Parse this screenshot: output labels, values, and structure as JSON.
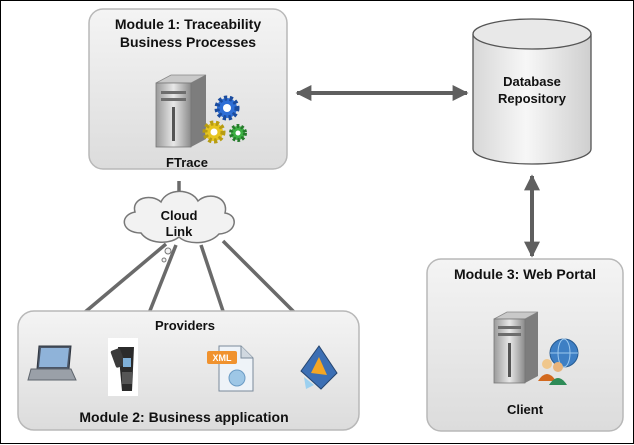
{
  "module1": {
    "line1": "Module 1: Traceability",
    "line2": "Business Processes",
    "caption": "FTrace"
  },
  "database": {
    "line1": "Database",
    "line2": "Repository"
  },
  "cloud": {
    "line1": "Cloud",
    "line2": "Link"
  },
  "module2": {
    "title": "Module 2: Business application",
    "providers": "Providers"
  },
  "module3": {
    "title": "Module 3: Web Portal",
    "caption": "Client"
  },
  "icons": {
    "server": "server-icon",
    "gears": "gears-icon",
    "laptop": "laptop-icon",
    "scanner": "barcode-scanner-icon",
    "xml": "xml-file-icon",
    "app": "app-icon",
    "users": "users-globe-icon"
  },
  "colors": {
    "box_fill": "#e6e6e6",
    "box_stroke": "#b8b8b8",
    "connector": "#5f5f5f"
  }
}
